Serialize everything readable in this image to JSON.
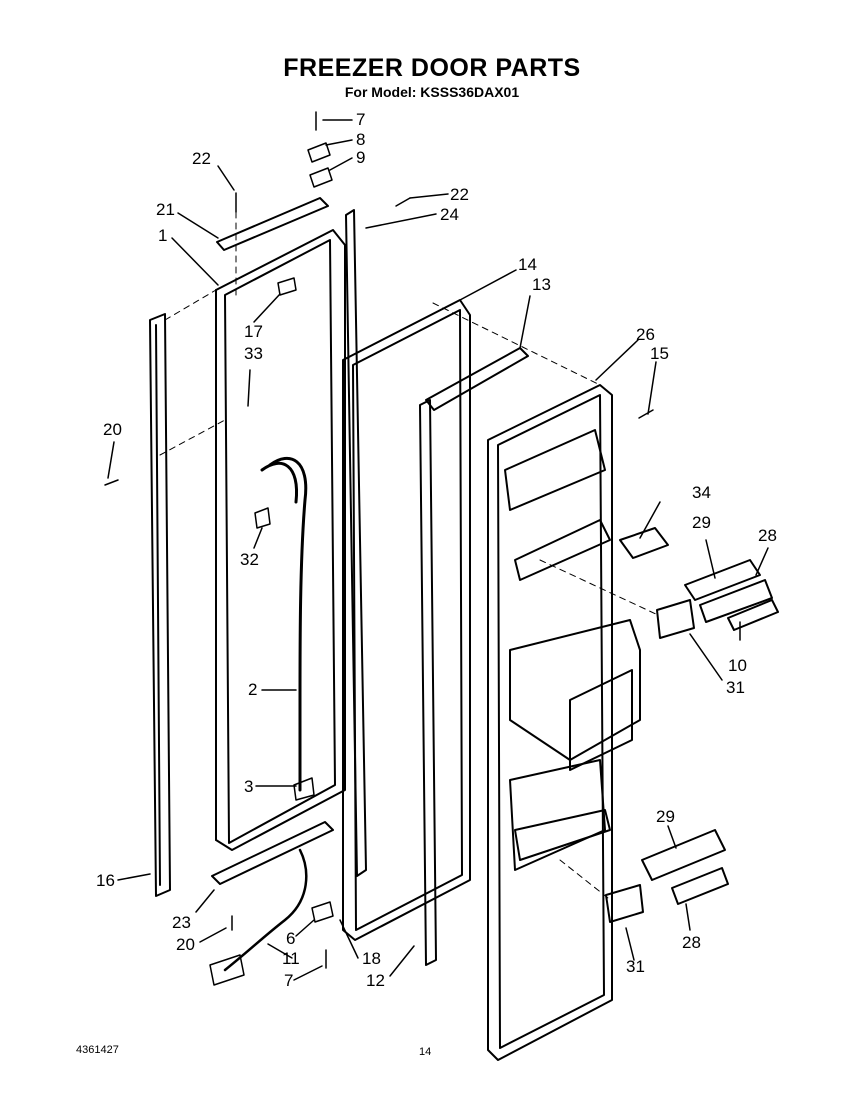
{
  "title": "FREEZER DOOR PARTS",
  "subtitle": "For Model: KSSS36DAX01",
  "footer": {
    "doc_number": "4361427",
    "page_number": "14"
  },
  "callouts": {
    "c7a": "7",
    "c8": "8",
    "c9": "9",
    "c22a": "22",
    "c22b": "22",
    "c24": "24",
    "c21": "21",
    "c1": "1",
    "c14": "14",
    "c13": "13",
    "c26": "26",
    "c15": "15",
    "c17": "17",
    "c33": "33",
    "c20a": "20",
    "c32": "32",
    "c34": "34",
    "c29a": "29",
    "c28a": "28",
    "c10": "10",
    "c31a": "31",
    "c2": "2",
    "c3": "3",
    "c29b": "29",
    "c16": "16",
    "c23": "23",
    "c20b": "20",
    "c6": "6",
    "c11": "11",
    "c7b": "7",
    "c18": "18",
    "c12": "12",
    "c31b": "31",
    "c28b": "28"
  }
}
